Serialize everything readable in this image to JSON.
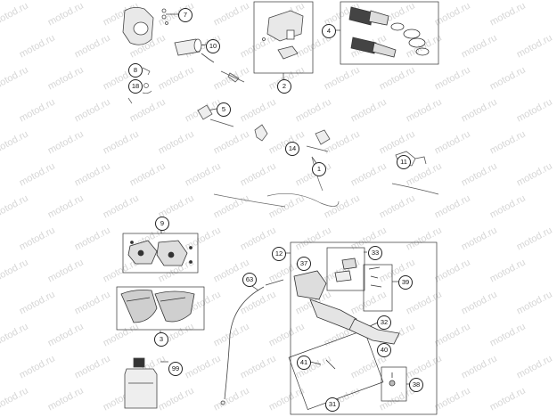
{
  "watermark": "motod.ru",
  "callouts": {
    "c1": "1",
    "c2": "2",
    "c3": "3",
    "c4": "4",
    "c5": "5",
    "c7": "7",
    "c8": "8",
    "c9": "9",
    "c10": "10",
    "c11": "11",
    "c12": "12",
    "c14": "14",
    "c18": "18",
    "c31": "31",
    "c32": "32",
    "c33": "33",
    "c37": "37",
    "c38": "38",
    "c39": "39",
    "c40": "40",
    "c41": "41",
    "c63": "63",
    "c99": "99"
  }
}
